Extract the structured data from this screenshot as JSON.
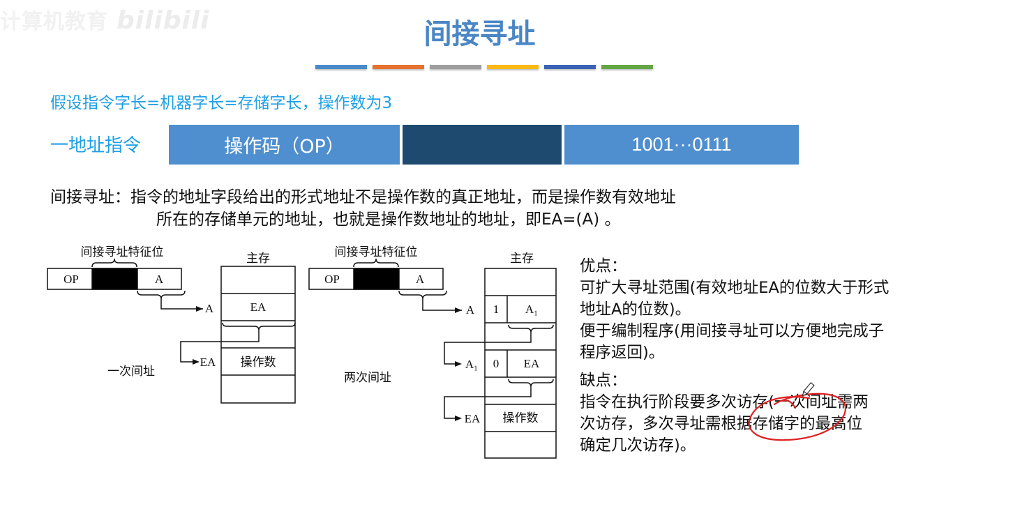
{
  "watermark": {
    "text": "计算机教育",
    "logo": "bilibili"
  },
  "slide": {
    "title": "间接寻址",
    "accent_bars": [
      "#4a8acb",
      "#e6722d",
      "#9e9e9e",
      "#fdb913",
      "#3a63b6",
      "#63a644"
    ],
    "assumption": "假设指令字长=机器字长=存储字长，操作数为3",
    "instruction": {
      "label": "一地址指令",
      "fields": [
        {
          "name": "opcode",
          "text": "操作码（OP）",
          "color": "#4f8fcf"
        },
        {
          "name": "indirect-bit",
          "text": "",
          "color": "#1e4a70"
        },
        {
          "name": "address",
          "text": "1001···0111",
          "color": "#4f8fcf"
        }
      ]
    },
    "definition": {
      "line1": "间接寻址：指令的地址字段给出的形式地址不是操作数的真正地址，而是操作数有效地址",
      "line2": "所在的存储单元的地址，也就是操作数地址的地址，即EA=(A) 。"
    },
    "diagram_one": {
      "caption": "一次间址",
      "feature_label": "间接寻址特征位",
      "op": "OP",
      "a": "A",
      "memory_label": "主存",
      "arrow1_label": "A",
      "cell1": "EA",
      "arrow2_label": "EA",
      "cell2": "操作数"
    },
    "diagram_two": {
      "caption": "两次间址",
      "feature_label": "间接寻址特征位",
      "op": "OP",
      "a": "A",
      "memory_label": "主存",
      "arrow1_label": "A",
      "cell1_flag": "1",
      "cell1": "A₁",
      "arrow2_label": "A₁",
      "cell2_flag": "0",
      "cell2": "EA",
      "arrow3_label": "EA",
      "cell3": "操作数"
    },
    "pros": {
      "heading": "优点：",
      "item1_l1": "可扩大寻址范围(有效地址EA的位数大于形式",
      "item1_l2": "地址A的位数)。",
      "item2_l1": "便于编制程序(用间接寻址可以方便地完成子",
      "item2_l2": "程序返回)。"
    },
    "cons": {
      "heading": "缺点：",
      "l1": "指令在执行阶段要多次访存(一次间址需两",
      "l2": "次访存，多次寻址需根据存储字的最高位",
      "l3": "确定几次访存)。"
    },
    "annotation": {
      "type": "red-circle",
      "target": "多次访存",
      "color": "#e02020",
      "cursor": "pen-icon"
    }
  }
}
